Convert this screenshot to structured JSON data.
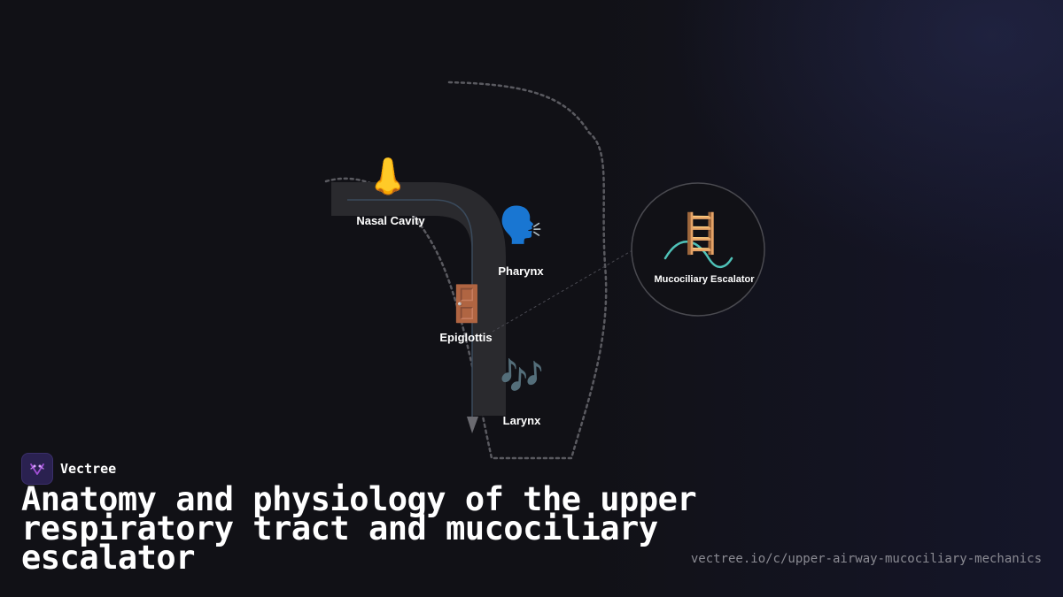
{
  "diagram": {
    "nodes": [
      {
        "id": "nasal-cavity",
        "label": "Nasal Cavity",
        "icon": "nose-icon",
        "glyph": "👃"
      },
      {
        "id": "pharynx",
        "label": "Pharynx",
        "icon": "speaking-head-icon",
        "glyph": "🗣️"
      },
      {
        "id": "epiglottis",
        "label": "Epiglottis",
        "icon": "door-icon",
        "glyph": "🚪"
      },
      {
        "id": "larynx",
        "label": "Larynx",
        "icon": "musical-notes-icon",
        "glyph": "🎶"
      }
    ],
    "callout": {
      "label": "Mucociliary Escalator",
      "icon": "ladder-icon",
      "glyph": "🪜"
    }
  },
  "colors": {
    "background": "#111116",
    "airway": "#2a2a2e",
    "airflow": "#3a4a5c",
    "outline": "#5a5a60",
    "wave": "#4fc2b8",
    "accent": "#a24fd6"
  },
  "brand": {
    "name": "Vectree",
    "logo_icon": "vectree-logo-icon"
  },
  "title": "Anatomy and physiology of the upper respiratory tract and mucociliary escalator",
  "url": "vectree.io/c/upper-airway-mucociliary-mechanics"
}
